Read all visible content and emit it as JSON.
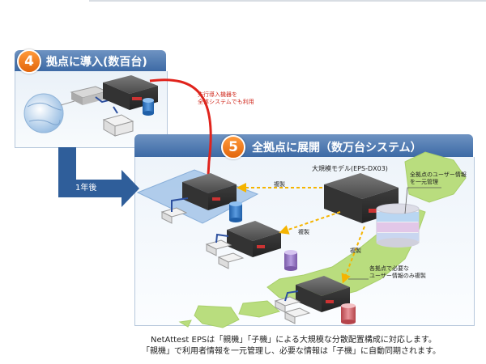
{
  "step4": {
    "number": "4",
    "title": "拠点に導入(数百台)"
  },
  "step5": {
    "number": "5",
    "title": "全拠点に展開（数万台システム）"
  },
  "arrow_label": "1年後",
  "notes": {
    "first_install_line1": "先行導入機器を",
    "first_install_line2": "全体システムでも利用",
    "replication_a": "複製",
    "replication_b": "複製",
    "replication_c": "複製",
    "large_model": "大規模モデル(EPS-DX03)",
    "central_mgmt_line1": "全拠点のユーザー情報",
    "central_mgmt_line2": "を一元管理",
    "branch_line1": "各拠点で必要な",
    "branch_line2": "ユーザー情報のみ複製"
  },
  "caption": {
    "line1": "NetAttest EPSは「親機」「子機」による大規模な分散配置構成に対応します。",
    "line2": "「親機」で利用者情報を一元管理し、必要な情報は「子機」に自動同期されます。"
  },
  "colors": {
    "header_blue": "#4a76ae",
    "badge_orange": "#f07a1a",
    "red_arrow": "#e0231c",
    "sync_arrow": "#f5b400",
    "map_green": "#b9dd7e"
  }
}
